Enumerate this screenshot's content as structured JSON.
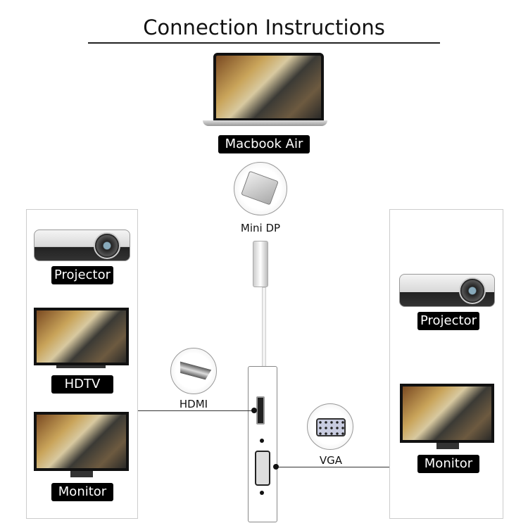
{
  "title": "Connection Instructions",
  "source": {
    "label": "Macbook Air",
    "port_label": "Mini DP"
  },
  "adapter_ports": {
    "hdmi": "HDMI",
    "vga": "VGA"
  },
  "left_devices": [
    {
      "label": "Projector"
    },
    {
      "label": "HDTV"
    },
    {
      "label": "Monitor"
    }
  ],
  "right_devices": [
    {
      "label": "Projector"
    },
    {
      "label": "Monitor"
    }
  ]
}
